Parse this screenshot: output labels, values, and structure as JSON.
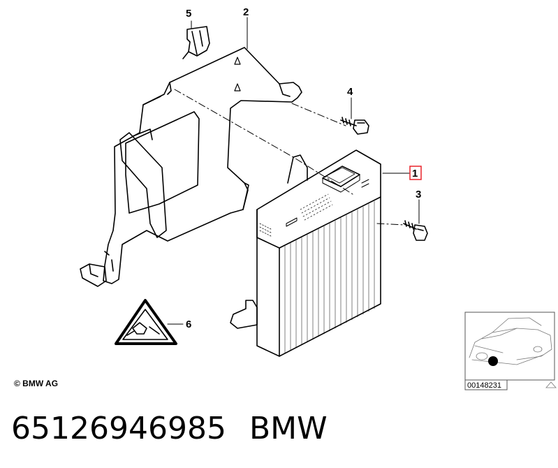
{
  "diagram": {
    "callouts": [
      {
        "id": "1",
        "label": "1",
        "highlighted": true
      },
      {
        "id": "2",
        "label": "2",
        "highlighted": false
      },
      {
        "id": "3",
        "label": "3",
        "highlighted": false
      },
      {
        "id": "4",
        "label": "4",
        "highlighted": false
      },
      {
        "id": "5",
        "label": "5",
        "highlighted": false
      },
      {
        "id": "6",
        "label": "6",
        "highlighted": false
      }
    ],
    "highlight_color": "#e8232a",
    "thumbnail_id": "00148231"
  },
  "footer": {
    "copyright": "© BMW AG",
    "part_number": "65126946985",
    "brand": "BMW"
  }
}
